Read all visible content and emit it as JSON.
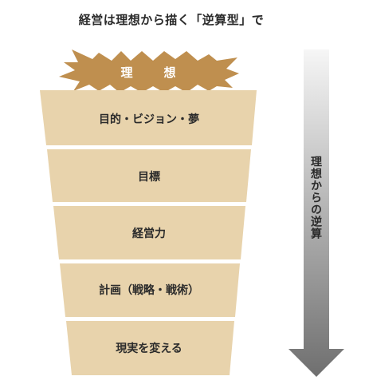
{
  "title": "経営は理想から描く「逆算型」で",
  "ideal": "理　想",
  "levels": [
    "目的・ビジョン・夢",
    "目標",
    "経営力",
    "計画（戦略・戦術）",
    "現実を変える"
  ],
  "arrow_label": "理想からの逆算",
  "colors": {
    "burst": "#bf8f4f",
    "level_fill": "#e8d3ac",
    "arrow_top": "#f6f6f6",
    "arrow_bottom": "#6f6f6f"
  }
}
